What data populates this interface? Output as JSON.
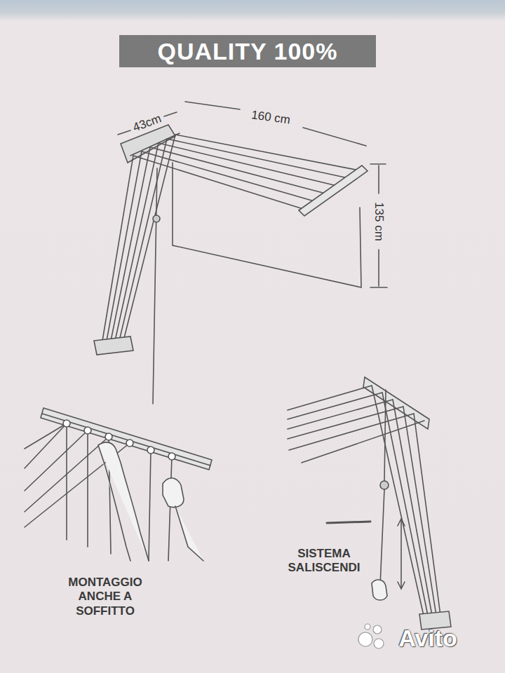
{
  "diagram": {
    "nodes": [
      {
        "text": [
          "QUALITY 100%"
        ]
      }
    ],
    "labels": [
      "43cm",
      "160 cm",
      "135 cm",
      "MONTAGGIO ANCHE A SOFFITTO",
      "SISTEMA SALISCENDI",
      "Avito"
    ]
  }
}
